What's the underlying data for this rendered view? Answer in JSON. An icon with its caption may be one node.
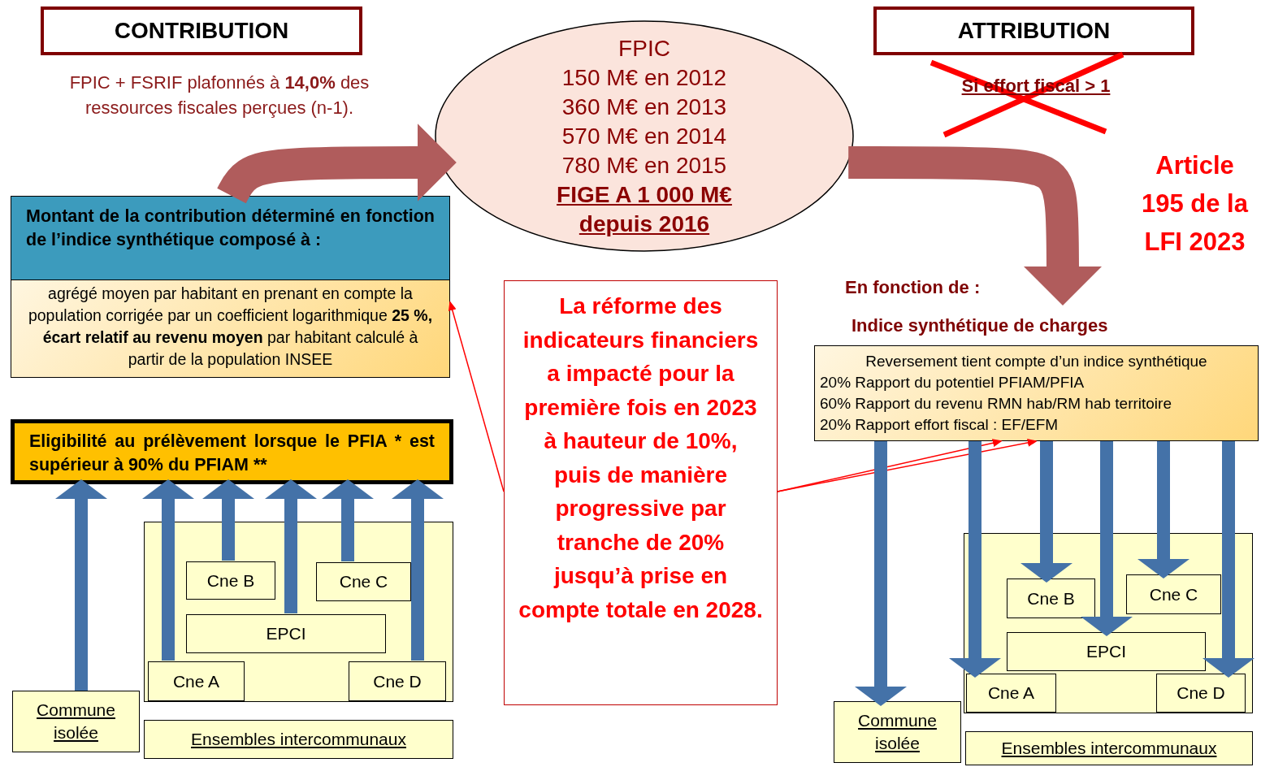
{
  "diagram": {
    "nodes": [
      {
        "text": [
          "CONTRIBUTION"
        ]
      },
      {
        "text": [
          "ATTRIBUTION"
        ]
      },
      {
        "text": [
          "FPIC",
          "150 M€ en 2012",
          "360 M€ en 2013",
          "570 M€ en 2014",
          "780 M€ en 2015",
          "FIGE A 1 000 M€ depuis 2016"
        ]
      },
      {
        "text": [
          "Montant de la contribution déterminé en fonction de l’indice synthétique composé à :"
        ]
      },
      {
        "text": [
          "agrégé moyen par habitant en prenant en compte la population corrigée par un coefficient logarithmique **25 %, écart relatif au revenu moyen** par habitant calculé à partir de la population INSEE"
        ]
      },
      {
        "text": [
          "Eligibilité au prélèvement lorsque le PFIA * est supérieur à 90% du PFIAM **"
        ]
      },
      {
        "text": [],
        "shape": "box"
      },
      {
        "text": [
          "Cne B"
        ],
        "in": 6
      },
      {
        "text": [
          "Cne C"
        ],
        "in": 6
      },
      {
        "text": [
          "EPCI"
        ],
        "in": 6
      },
      {
        "text": [
          "Cne A"
        ],
        "in": 6
      },
      {
        "text": [
          "Cne D"
        ],
        "in": 6
      },
      {
        "text": [
          "Commune isolée"
        ]
      },
      {
        "text": [
          "Ensembles intercommunaux"
        ]
      },
      {
        "text": [
          "La réforme des indicateurs financiers a impacté pour la première fois en 2023 à hauteur de 10%, puis de manière progressive par tranche de 20% jusqu’à prise en compte totale en 2028."
        ]
      },
      {
        "text": [
          "Reversement tient compte d’un indice synthétique",
          "20% Rapport du potentiel PFIAM/PFIA",
          "60% Rapport du revenu RMN hab/RM hab territoire",
          "20% Rapport effort fiscal : EF/EFM"
        ]
      },
      {
        "text": [],
        "shape": "box"
      },
      {
        "text": [
          "Cne B"
        ],
        "in": 16
      },
      {
        "text": [
          "Cne C"
        ],
        "in": 16
      },
      {
        "text": [
          "EPCI"
        ],
        "in": 16
      },
      {
        "text": [
          "Cne A"
        ],
        "in": 16
      },
      {
        "text": [
          "Cne D"
        ],
        "in": 16
      },
      {
        "text": [
          "Commune isolée"
        ]
      },
      {
        "text": [
          "Ensembles intercommunaux"
        ]
      }
    ],
    "edges": [
      {
        "from": 3,
        "to": 2,
        "arrow": "to",
        "style": "thick",
        "color": "#b05c5c"
      },
      {
        "from": 2,
        "to": 15,
        "arrow": "to",
        "style": "thick",
        "color": "#b05c5c"
      },
      {
        "from": 14,
        "to": 4,
        "arrow": "to",
        "color": "#ff0000"
      },
      {
        "from": 14,
        "to": 15,
        "arrow": "to",
        "color": "#ff0000"
      },
      {
        "from": 14,
        "to": 15,
        "arrow": "to",
        "color": "#ff0000"
      },
      {
        "from": 12,
        "to": 5,
        "arrow": "to"
      },
      {
        "from": 10,
        "to": 5,
        "arrow": "to"
      },
      {
        "from": 7,
        "to": 5,
        "arrow": "to"
      },
      {
        "from": 9,
        "to": 5,
        "arrow": "to"
      },
      {
        "from": 8,
        "to": 5,
        "arrow": "to"
      },
      {
        "from": 11,
        "to": 5,
        "arrow": "to"
      },
      {
        "from": 15,
        "to": 22,
        "arrow": "to"
      },
      {
        "from": 15,
        "to": 20,
        "arrow": "to"
      },
      {
        "from": 15,
        "to": 17,
        "arrow": "to"
      },
      {
        "from": 15,
        "to": 19,
        "arrow": "to"
      },
      {
        "from": 15,
        "to": 18,
        "arrow": "to"
      },
      {
        "from": 15,
        "to": 21,
        "arrow": "to"
      }
    ],
    "labels": [
      "FPIC + FSRIF plafonnés à **14,0%** des ressources fiscales perçues (n-1).",
      "Si effort fiscal > 1",
      "Article 195 de la LFI 2023",
      "En fonction de :",
      "Indice synthétique de charges"
    ]
  }
}
